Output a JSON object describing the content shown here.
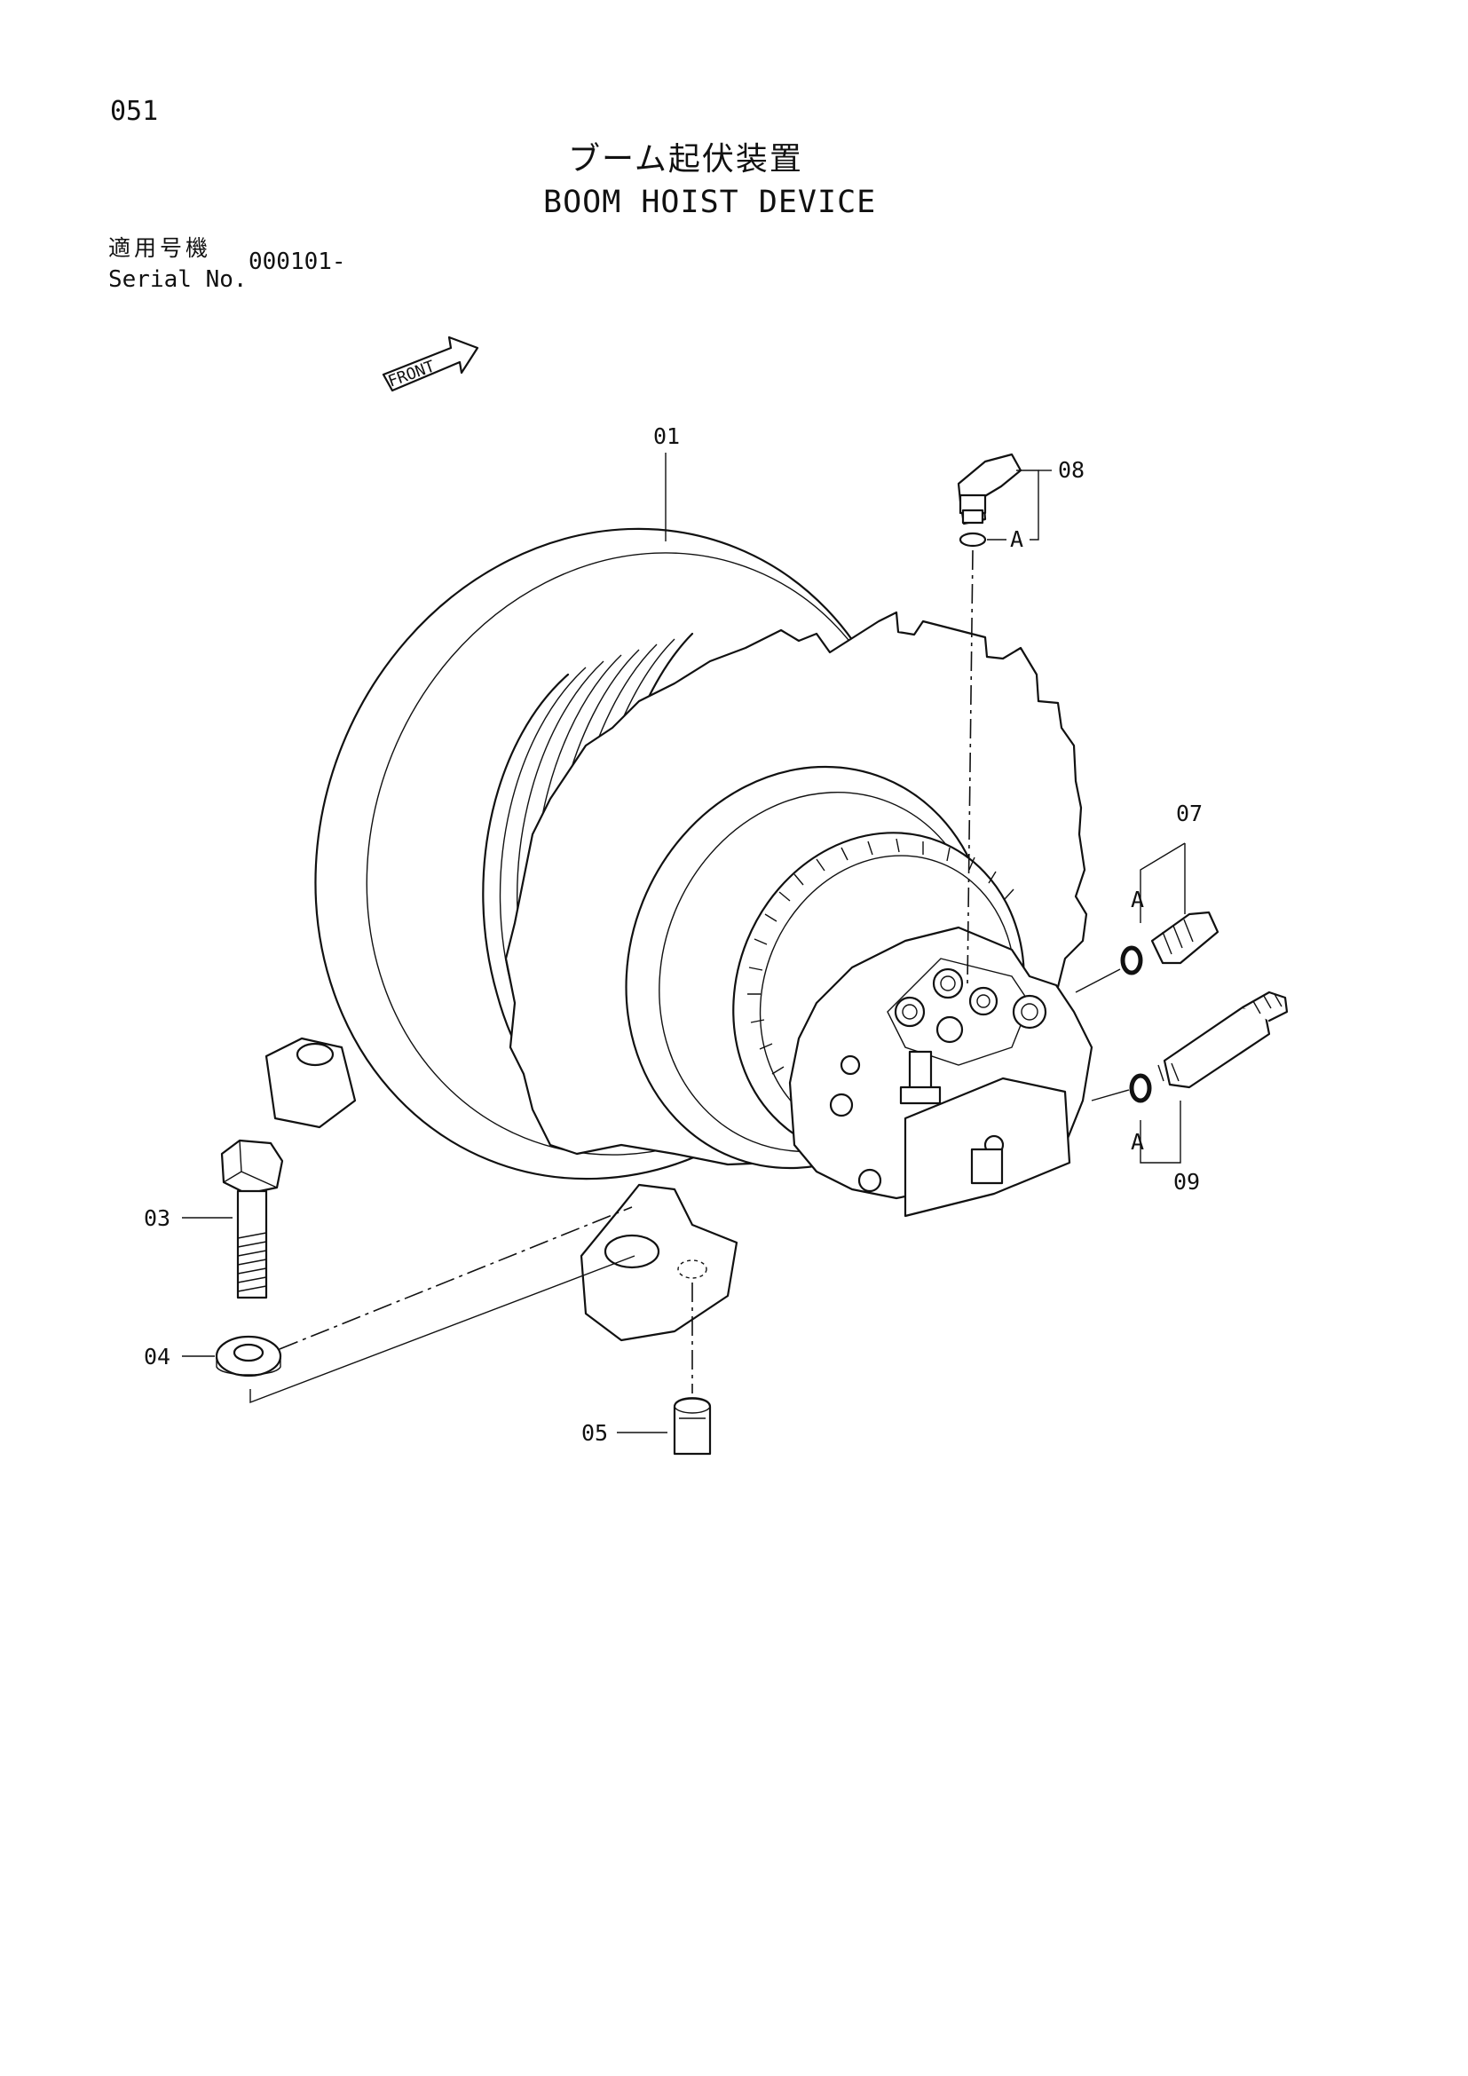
{
  "header": {
    "page_number": "051",
    "title_jp": "ブーム起伏装置",
    "title_en": "BOOM HOIST DEVICE",
    "serial_label_jp": "適用号機",
    "serial_label_en": "Serial No.",
    "serial_value": "000101-"
  },
  "front_marker": "FRONT",
  "callouts": {
    "p01": "01",
    "p03": "03",
    "p04": "04",
    "p05": "05",
    "p07": "07",
    "p08": "08",
    "p09": "09",
    "a_top": "A",
    "a_07": "A",
    "a_09": "A"
  },
  "icons": [
    "front-arrow-icon"
  ]
}
